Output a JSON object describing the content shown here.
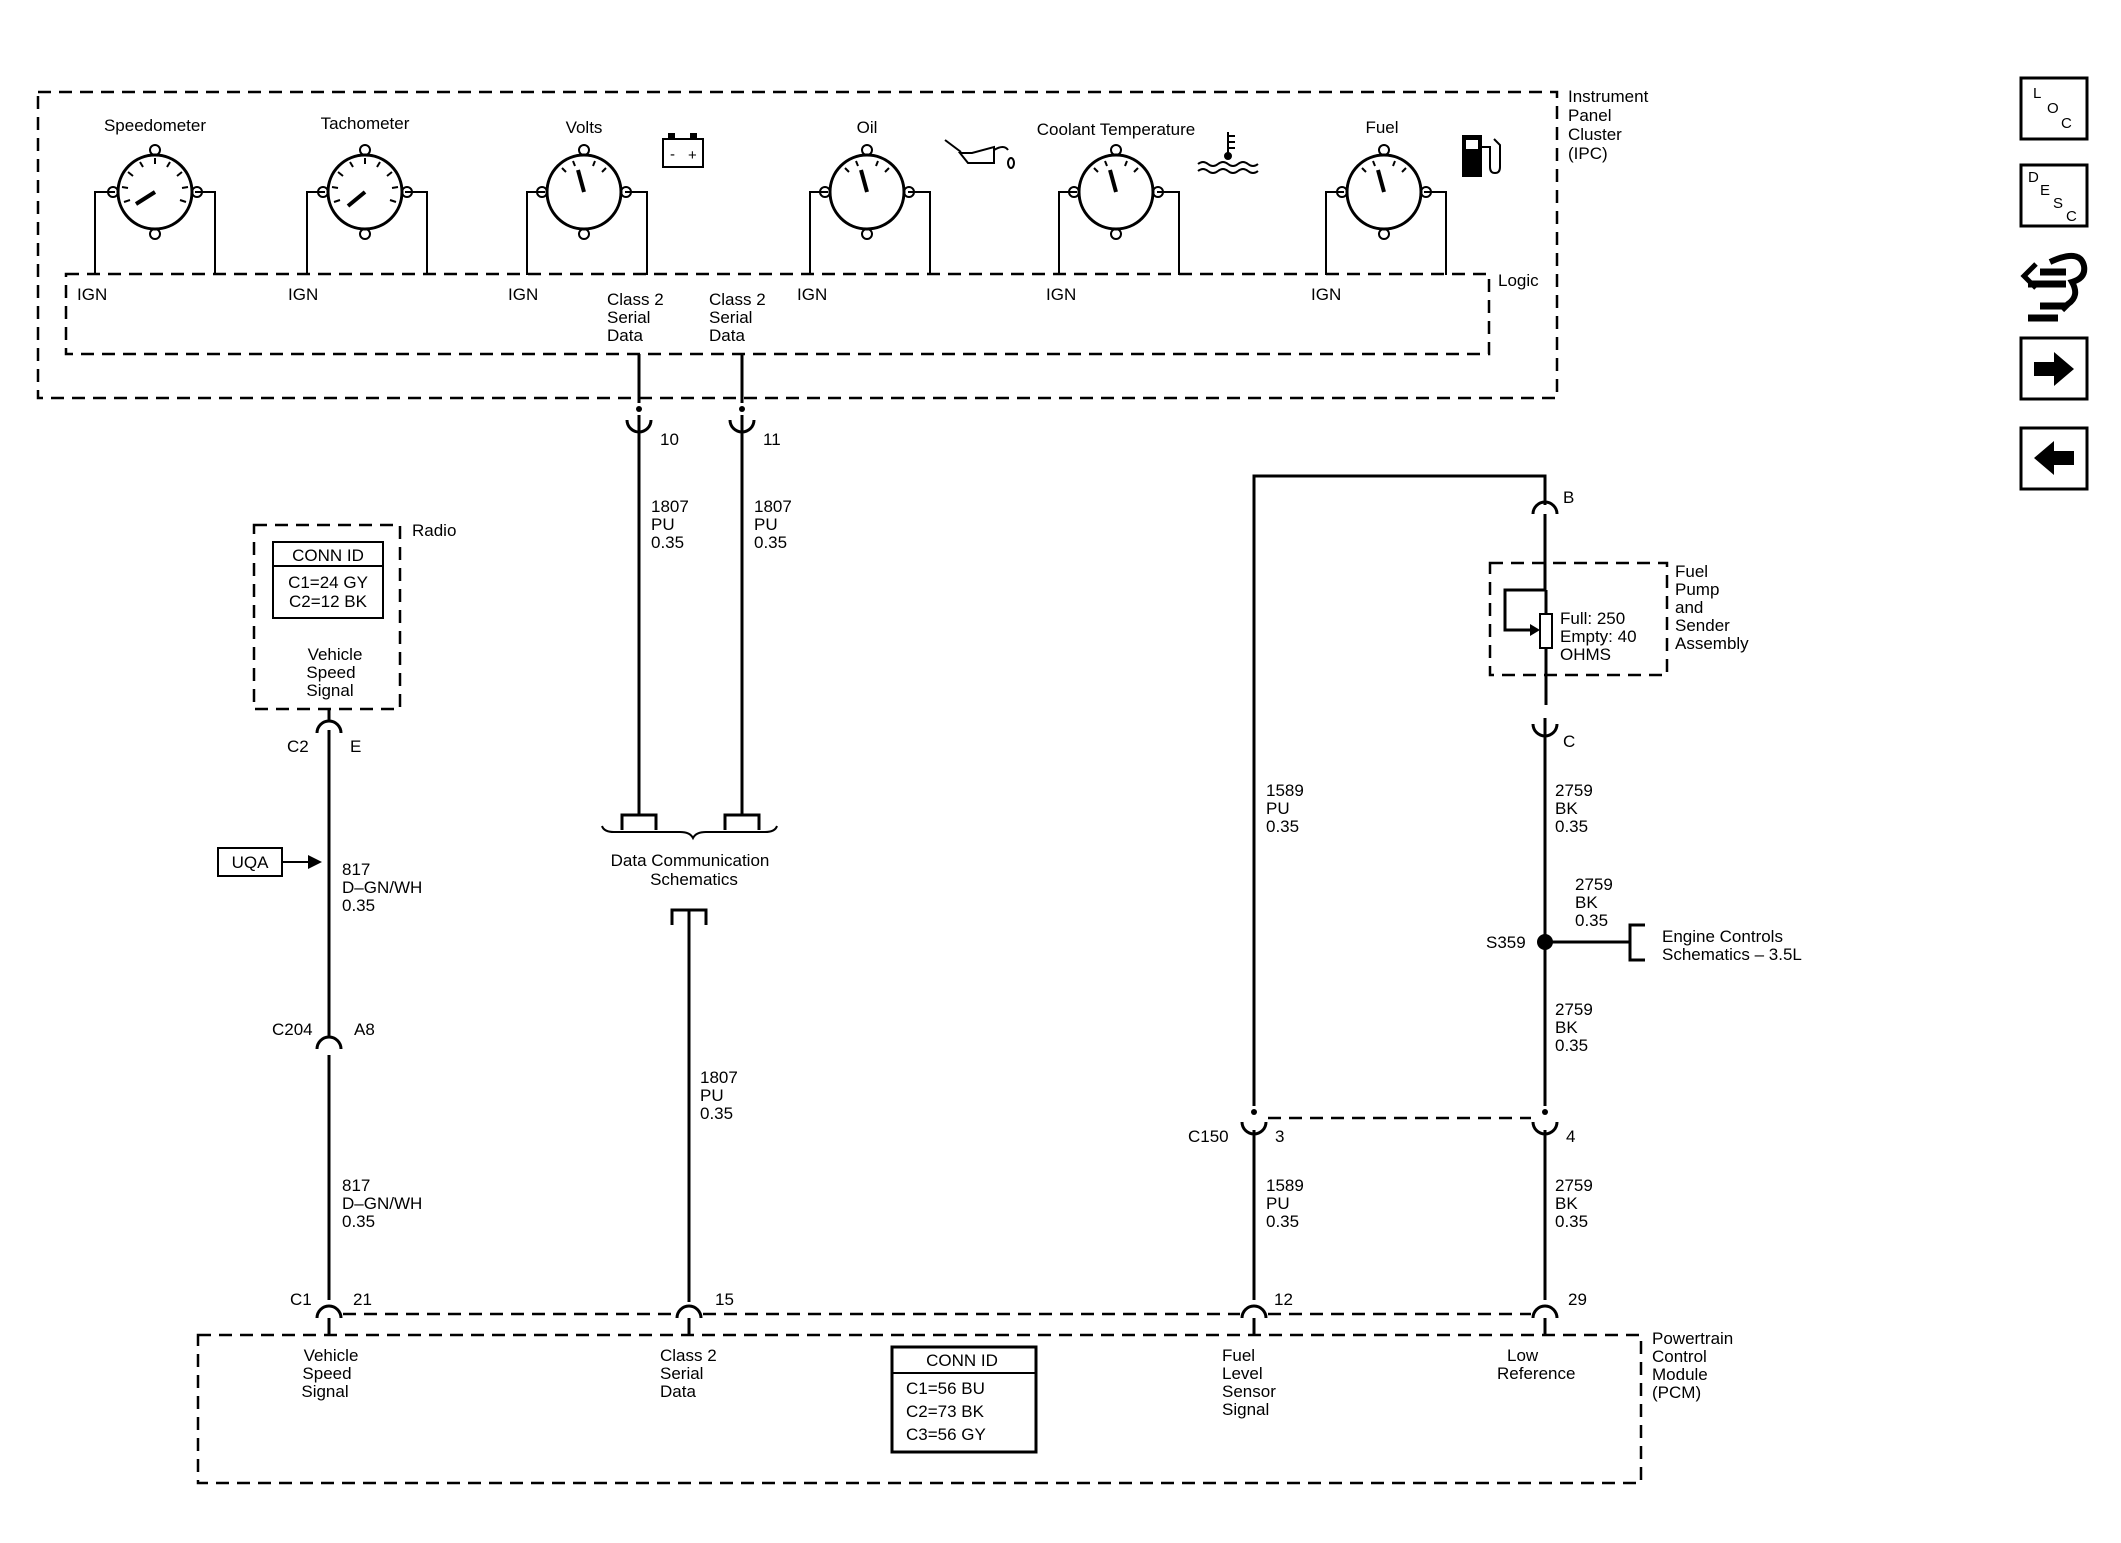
{
  "ipc": {
    "title_lines": [
      "Instrument",
      "Panel",
      "Cluster",
      "(IPC)"
    ],
    "logic_label": "Logic",
    "gauges": [
      {
        "label": "Speedometer",
        "input": "IGN"
      },
      {
        "label": "Tachometer",
        "input": "IGN"
      },
      {
        "label": "Volts",
        "input": "IGN"
      },
      {
        "label": "Oil",
        "input": "IGN"
      },
      {
        "label": "Coolant Temperature",
        "input": "IGN"
      },
      {
        "label": "Fuel",
        "input": "IGN"
      }
    ],
    "class2_label_lines": [
      "Class 2",
      "Serial",
      "Data"
    ],
    "pins": [
      "10",
      "11"
    ],
    "wire_labels": [
      [
        "1807",
        "PU",
        "0.35"
      ],
      [
        "1807",
        "PU",
        "0.35"
      ]
    ]
  },
  "radio": {
    "title": "Radio",
    "conn_id": {
      "header": "CONN ID",
      "lines": [
        "C1=24 GY",
        "C2=12 BK"
      ]
    },
    "signal_lines": [
      "Vehicle",
      "Speed",
      "Signal"
    ],
    "connector": "C2",
    "pin": "E"
  },
  "vss_circuit": {
    "uqa_label": "UQA",
    "wire_upper": [
      "817",
      "D–GN/WH",
      "0.35"
    ],
    "inline_connector": "C204",
    "inline_pin": "A8",
    "wire_lower": [
      "817",
      "D–GN/WH",
      "0.35"
    ]
  },
  "data_comm": {
    "label_lines": [
      "Data Communication",
      "Schematics"
    ],
    "wire_labels": [
      "1807",
      "PU",
      "0.35"
    ]
  },
  "fuel_pump": {
    "title_lines": [
      "Fuel",
      "Pump",
      "and",
      "Sender",
      "Assembly"
    ],
    "spec_lines": [
      "Full: 250",
      "Empty: 40",
      "OHMS"
    ],
    "pin_top": "B",
    "pin_bottom": "C",
    "wire_pu_upper": [
      "1589",
      "PU",
      "0.35"
    ],
    "wire_bk_1": [
      "2759",
      "BK",
      "0.35"
    ],
    "wire_bk_2": [
      "2759",
      "BK",
      "0.35"
    ],
    "splice": "S359",
    "engine_ref_lines": [
      "Engine Controls",
      "Schematics – 3.5L"
    ],
    "wire_bk_3": [
      "2759",
      "BK",
      "0.35"
    ],
    "c150": {
      "name": "C150",
      "pin_left": "3",
      "pin_right": "4"
    },
    "wire_pu_lower": [
      "1589",
      "PU",
      "0.35"
    ],
    "wire_bk_4": [
      "2759",
      "BK",
      "0.35"
    ]
  },
  "pcm": {
    "title_lines": [
      "Powertrain",
      "Control",
      "Module",
      "(PCM)"
    ],
    "connector": "C1",
    "pins": [
      "21",
      "15",
      "12",
      "29"
    ],
    "signals": [
      [
        "Vehicle",
        "Speed",
        "Signal"
      ],
      [
        "Class 2",
        "Serial",
        "Data"
      ],
      [
        "Fuel",
        "Level",
        "Sensor",
        "Signal"
      ],
      [
        "Low",
        "Reference"
      ]
    ],
    "conn_id": {
      "header": "CONN ID",
      "lines": [
        "C1=56 BU",
        "C2=73 BK",
        "C3=56 GY"
      ]
    }
  },
  "nav": {
    "loc": [
      "L",
      "O",
      "C"
    ],
    "desc": [
      "D",
      "E",
      "S",
      "C"
    ]
  }
}
